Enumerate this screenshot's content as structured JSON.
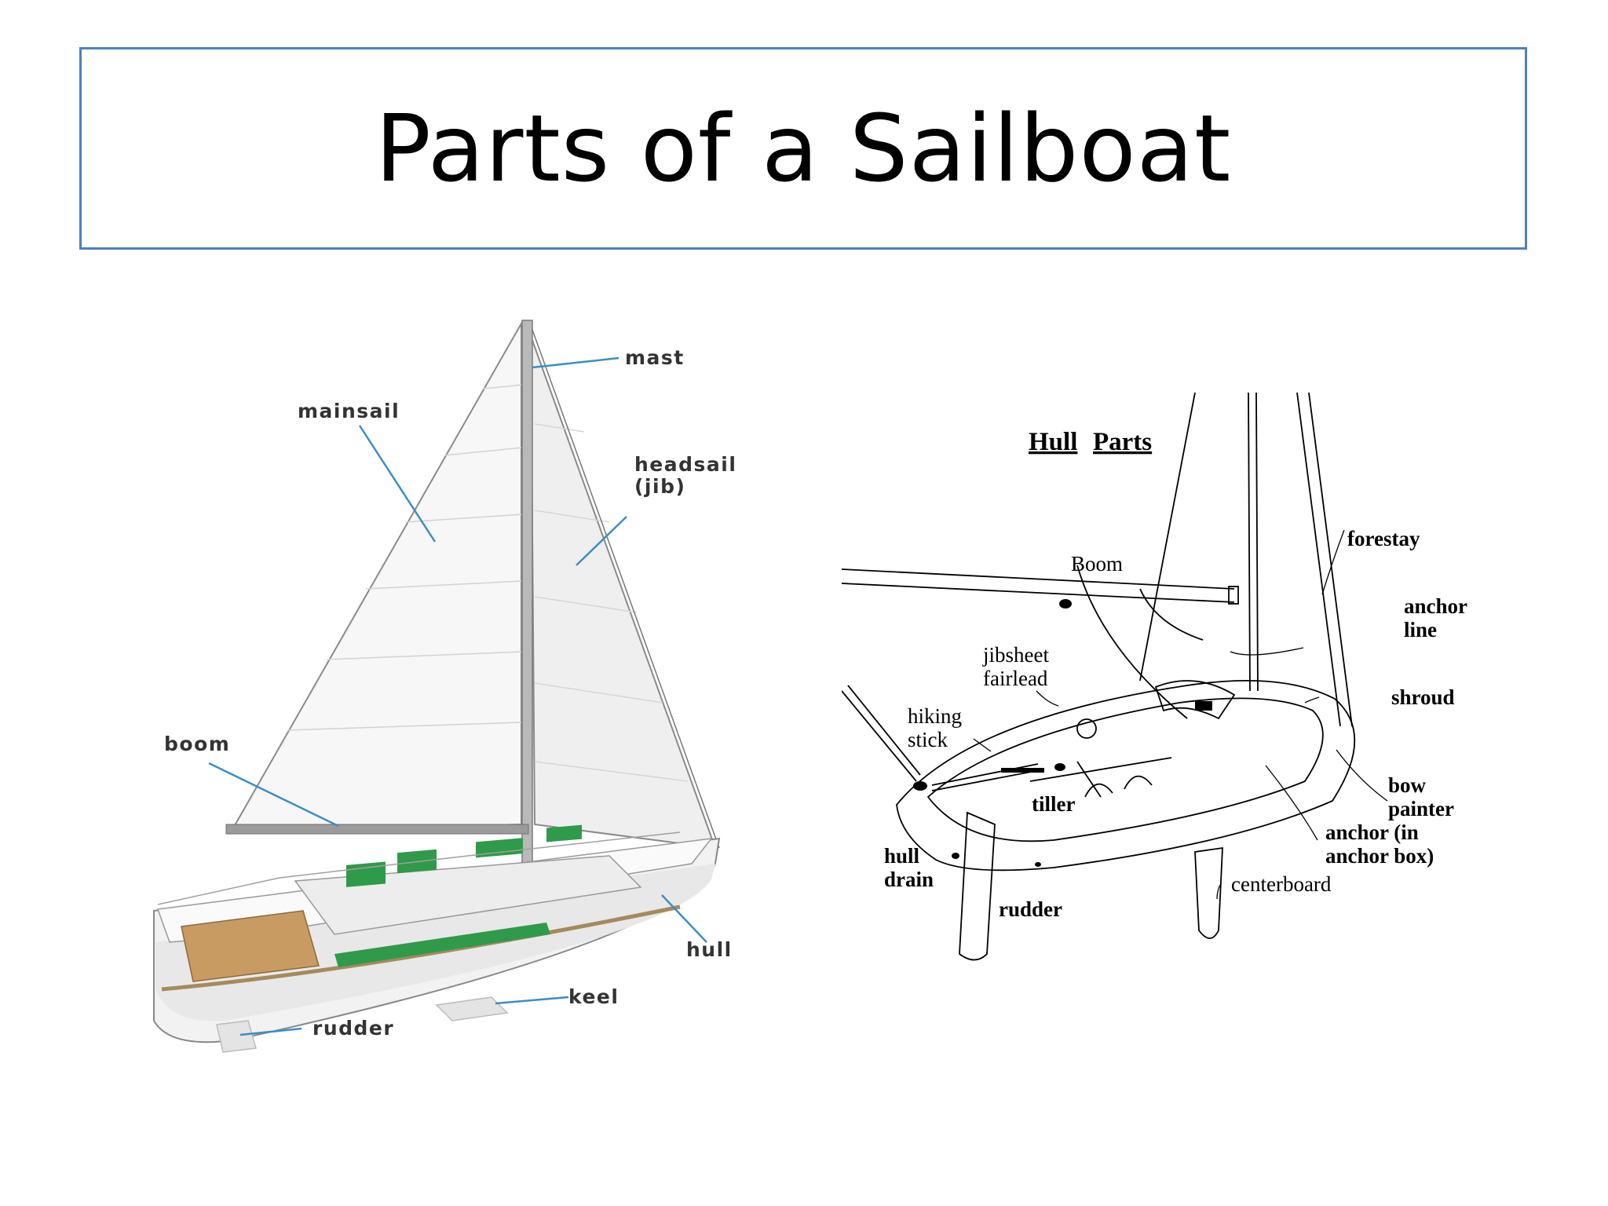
{
  "slide": {
    "title": "Parts of a Sailboat"
  },
  "left_diagram": {
    "labels": {
      "mast": "mast",
      "mainsail": "mainsail",
      "headsail_line1": "headsail",
      "headsail_line2": "(jib)",
      "boom": "boom",
      "hull": "hull",
      "keel": "keel",
      "rudder": "rudder"
    },
    "colors": {
      "leader": "#3b8ec4",
      "deck_green": "#2f9a4a",
      "wood": "#c89b62"
    }
  },
  "right_diagram": {
    "heading_word1": "Hull",
    "heading_word2": "Parts",
    "labels": {
      "boom": "Boom",
      "forestay": "forestay",
      "anchor_line_1": "anchor",
      "anchor_line_2": "line",
      "shroud": "shroud",
      "jibsheet_1": "jibsheet",
      "jibsheet_2": "fairlead",
      "hiking_1": "hiking",
      "hiking_2": "stick",
      "tiller": "tiller",
      "bow_1": "bow",
      "bow_2": "painter",
      "anchor_1": "anchor (in",
      "anchor_2": "anchor box)",
      "hull_drain_1": "hull",
      "hull_drain_2": "drain",
      "rudder": "rudder",
      "centerboard": "centerboard"
    }
  }
}
